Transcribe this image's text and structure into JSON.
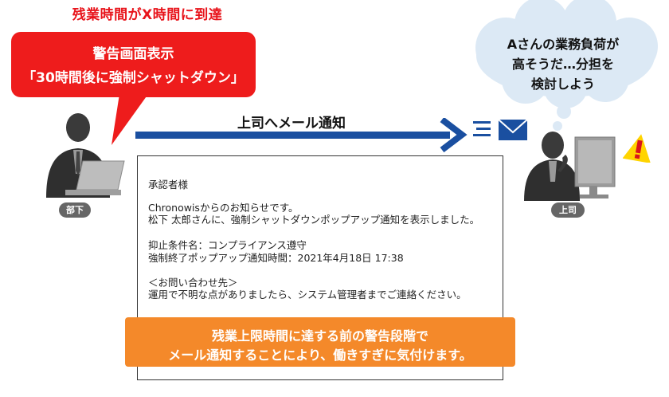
{
  "trigger_heading": "残業時間がX時間に到達",
  "warning_callout": {
    "line1": "警告画面表示",
    "line2": "「30時間後に強制シャットダウン」"
  },
  "arrow_label": "上司へメール通知",
  "roles": {
    "subordinate": "部下",
    "boss": "上司"
  },
  "thought_bubble": {
    "line1": "Aさんの業務負荷が",
    "line2": "高そうだ…分担を",
    "line3": "検討しよう"
  },
  "email": {
    "greeting": "承認者様",
    "intro1": "Chronowisからのお知らせです。",
    "intro2": "松下 太郎さんに、強制シャットダウンポップアップ通知を表示しました。",
    "condition": "抑止条件名：コンプライアンス遵守",
    "notify_time": "強制終了ポップアップ通知時間：2021年4月18日 17:38",
    "contact_heading": "＜お問い合わせ先＞",
    "contact_body": "運用で不明な点がありましたら、システム管理者までご連絡ください。"
  },
  "banner": {
    "line1": "残業上限時間に達する前の警告段階で",
    "line2": "メール通知することにより、働きすぎに気付けます。"
  },
  "colors": {
    "alert_red": "#ee1c1c",
    "arrow_blue": "#1a4fa0",
    "banner_orange": "#f4892a",
    "bubble_blue": "#dce9f5",
    "exclamation_yellow": "#ffd400"
  },
  "icons": [
    "subordinate-person-icon",
    "laptop-icon",
    "mail-envelope-icon",
    "boss-person-icon",
    "monitor-icon",
    "exclamation-icon"
  ]
}
